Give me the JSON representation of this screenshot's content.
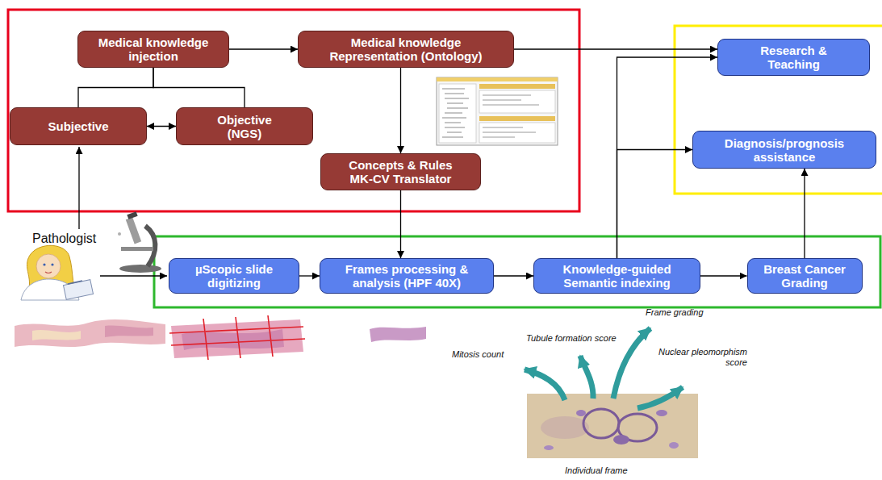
{
  "diagram": {
    "nodes": [
      {
        "text": [
          "Medical knowledge injection"
        ]
      },
      {
        "text": [
          "Medical knowledge Representation (Ontology)"
        ]
      },
      {
        "text": [
          "Research & Teaching"
        ]
      },
      {
        "text": [
          "Subjective"
        ]
      },
      {
        "text": [
          "Objective (NGS)"
        ]
      },
      {
        "text": [
          "Diagnosis/prognosis assistance"
        ]
      },
      {
        "text": [
          "Concepts & Rules MK-CV Translator"
        ]
      },
      {
        "text": [
          "µScopic slide digitizing"
        ]
      },
      {
        "text": [
          "Frames processing & analysis (HPF 40X)"
        ]
      },
      {
        "text": [
          "Knowledge-guided Semantic indexing"
        ]
      },
      {
        "text": [
          "Breast Cancer Grading"
        ]
      }
    ],
    "edges": [
      {
        "from": 0,
        "to": 1,
        "arrow": "to"
      },
      {
        "from": 0,
        "to": 3,
        "arrow": "none"
      },
      {
        "from": 0,
        "to": 4,
        "arrow": "none"
      },
      {
        "from": 3,
        "to": 4,
        "arrow": "both"
      },
      {
        "from": 1,
        "to": 2,
        "arrow": "to"
      },
      {
        "from": 1,
        "to": 6,
        "arrow": "to"
      },
      {
        "from": 6,
        "to": 8,
        "arrow": "to"
      },
      {
        "from": 7,
        "to": 8,
        "arrow": "to"
      },
      {
        "from": 8,
        "to": 9,
        "arrow": "to"
      },
      {
        "from": 9,
        "to": 10,
        "arrow": "to"
      },
      {
        "from": 9,
        "to": 2,
        "arrow": "to"
      },
      {
        "from": 9,
        "to": 5,
        "arrow": "to"
      },
      {
        "from": 10,
        "to": 5,
        "arrow": "to"
      }
    ],
    "labels": [
      "Pathologist",
      "Mitosis count",
      "Tubule formation score",
      "Frame grading",
      "Nuclear pleomorphism score",
      "Individual frame"
    ]
  }
}
